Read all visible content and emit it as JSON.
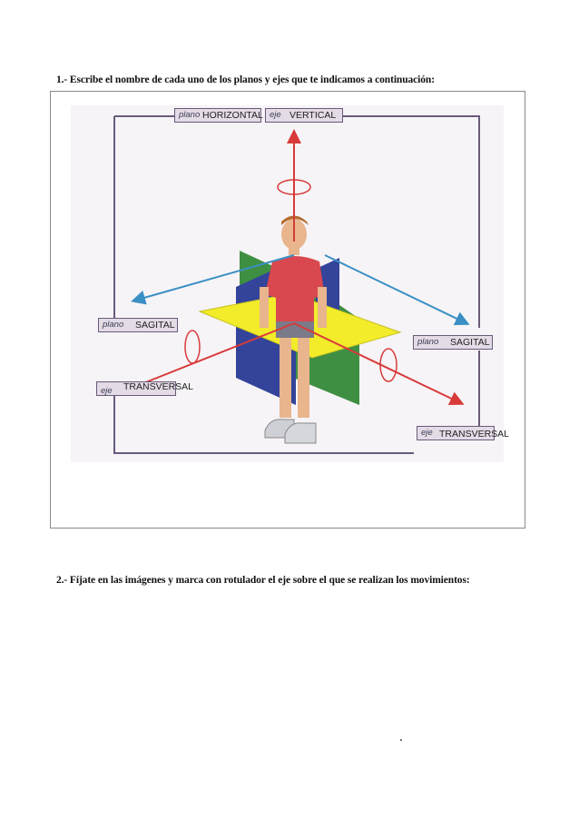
{
  "question1": "1.- Escribe el nombre de cada uno de los planos y ejes que te indicamos a continuación:",
  "question2": "2.- Fíjate en las imágenes y marca con rotulador el eje sobre el que se realizan los movimientos:",
  "labels": {
    "plano_top": {
      "prefix": "plano",
      "answer": "HORIZONTAL"
    },
    "eje_top": {
      "prefix": "eje",
      "answer": "VERTICAL"
    },
    "plano_left": {
      "prefix": "plano",
      "answer": "SAGITAL"
    },
    "plano_right": {
      "prefix": "plano",
      "answer": "SAGITAL"
    },
    "eje_left": {
      "prefix": "eje",
      "answer": "TRANSVERSAL"
    },
    "eje_right": {
      "prefix": "eje",
      "answer": "TRANSVERSAL"
    }
  },
  "colors": {
    "vertical_axis": "#d83a3a",
    "sagittal_axis": "#3a8fc4",
    "transverse_axis": "#d83a3a",
    "horizontal_plane": "#f2ec2a",
    "green_plane": "#3f8f43",
    "blue_plane": "#33449a",
    "label_bg": "#e3dbe6",
    "frame": "#6a5a7a"
  }
}
